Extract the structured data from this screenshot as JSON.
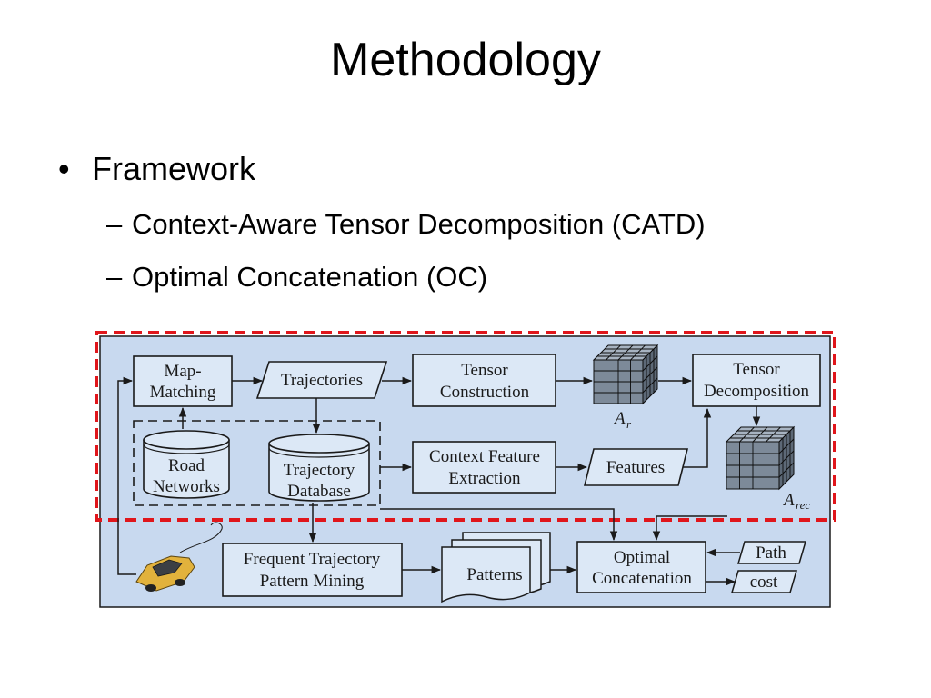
{
  "slide": {
    "title": "Methodology",
    "bullet": "Framework",
    "sub_bullets": [
      "Context-Aware Tensor Decomposition (CATD)",
      "Optimal Concatenation (OC)"
    ]
  },
  "diagram": {
    "nodes": {
      "map_matching": [
        "Map-",
        "Matching"
      ],
      "trajectories": "Trajectories",
      "tensor_construction": [
        "Tensor",
        "Construction"
      ],
      "tensor_decomposition": [
        "Tensor",
        "Decomposition"
      ],
      "road_networks": [
        "Road",
        "Networks"
      ],
      "trajectory_database": [
        "Trajectory",
        "Database"
      ],
      "context_feature_extraction": [
        "Context Feature",
        "Extraction"
      ],
      "features": "Features",
      "frequent_pattern_mining": [
        "Frequent Trajectory",
        "Pattern Mining"
      ],
      "patterns": "Patterns",
      "optimal_concatenation": [
        "Optimal",
        "Concatenation"
      ],
      "path": "Path",
      "cost": "cost"
    },
    "tensor_labels": {
      "a_r": {
        "base": "A",
        "sub": "r"
      },
      "a_rec": {
        "base": "A",
        "sub": "rec"
      }
    },
    "colors": {
      "panel_fill": "#c8d9ef",
      "box_fill": "#dce8f6",
      "highlight_border": "#e0161b",
      "tensor_fill": "#7d8a99",
      "car_body": "#e2b23c"
    }
  }
}
